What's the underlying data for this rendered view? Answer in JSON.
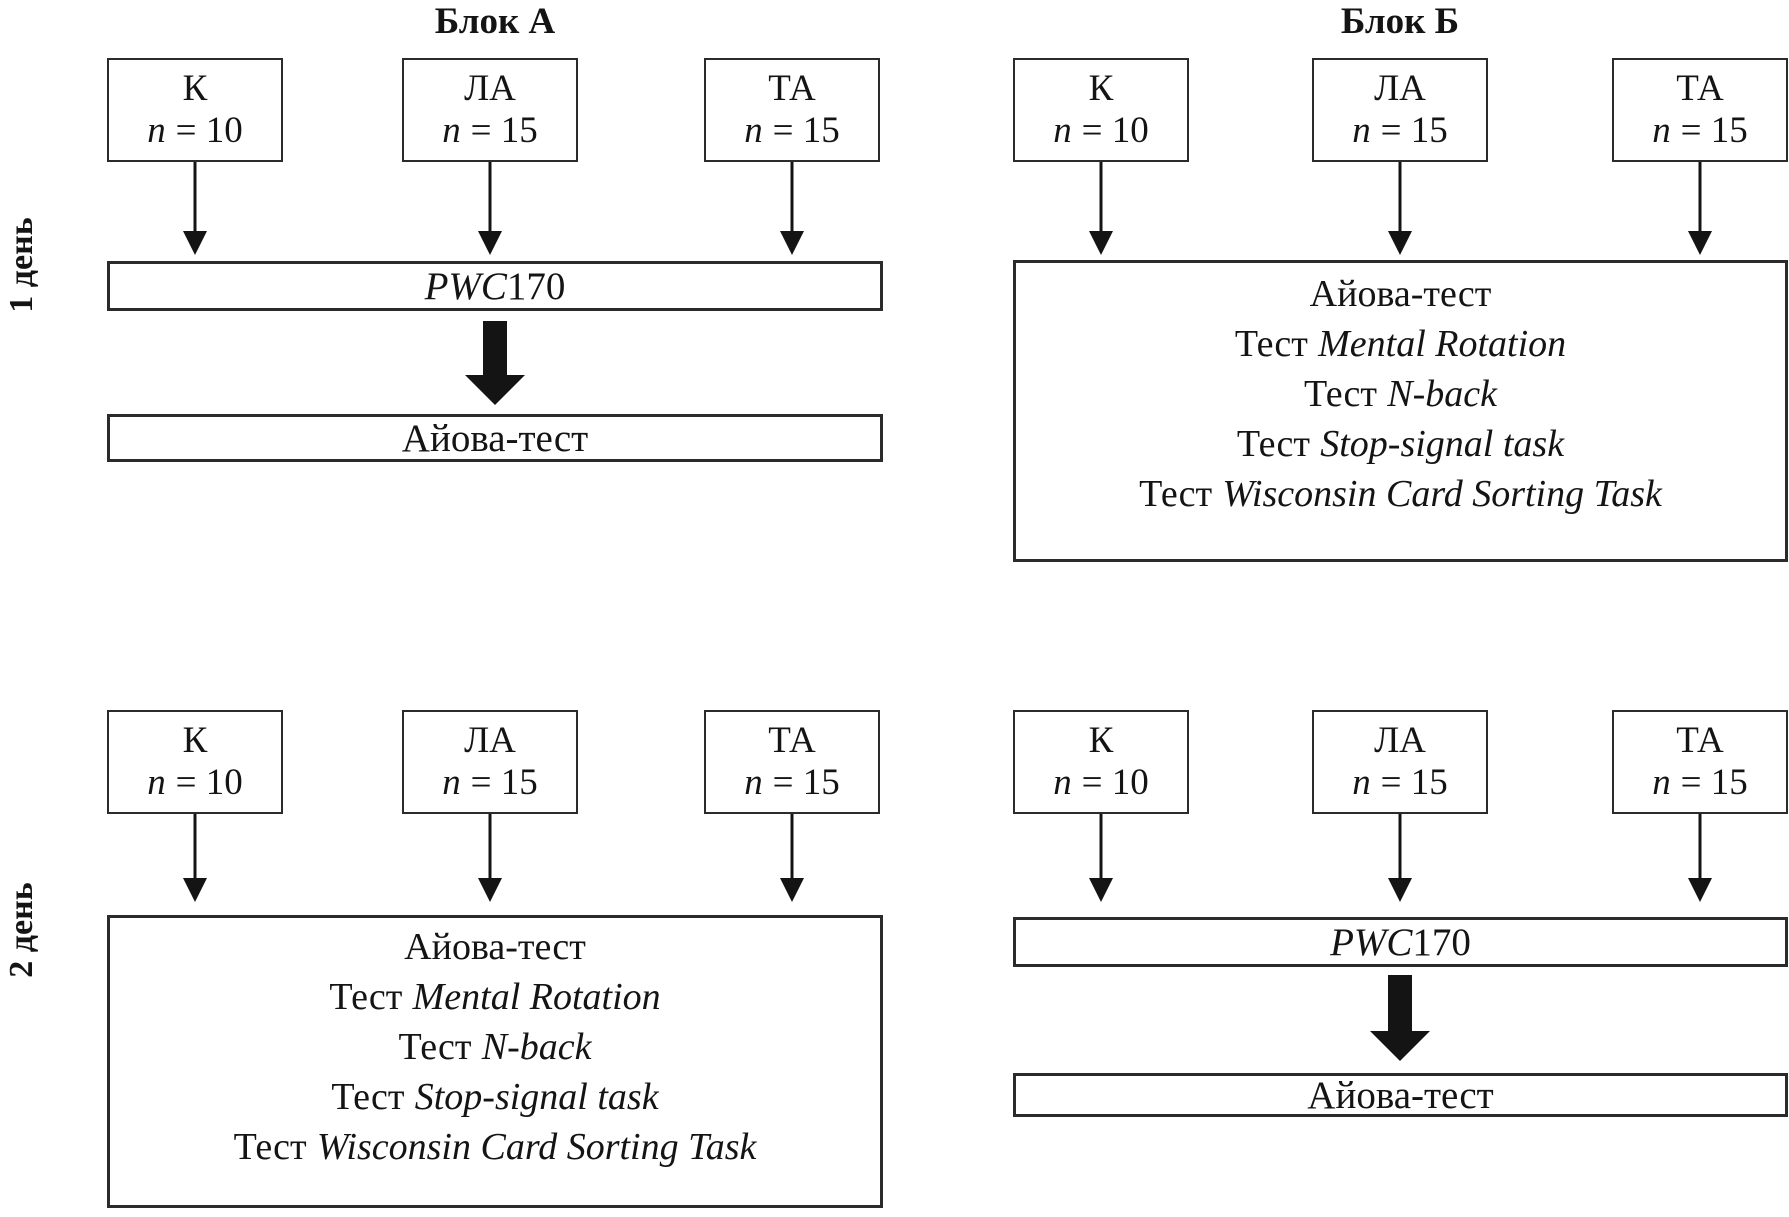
{
  "figure": {
    "day_labels": {
      "day1": "1 день",
      "day2": "2 день"
    },
    "block_titles": {
      "a": "Блок А",
      "b": "Блок Б"
    }
  },
  "groups": [
    {
      "label": "К",
      "n_var": "n",
      "n_val": "= 10"
    },
    {
      "label": "ЛА",
      "n_var": "n",
      "n_val": "= 15"
    },
    {
      "label": "ТА",
      "n_var": "n",
      "n_val": "= 15"
    }
  ],
  "bars": {
    "pwc_italic": "PWC",
    "pwc_plain": "170",
    "iowa": "Айова-тест"
  },
  "test_box_lines": [
    {
      "plain": "Айова-тест",
      "italic": ""
    },
    {
      "plain": "Тест",
      "italic": "Mental Rotation"
    },
    {
      "plain": "Тест",
      "italic": "N-back"
    },
    {
      "plain": "Тест",
      "italic": "Stop-signal task"
    },
    {
      "plain": "Тест",
      "italic": "Wisconsin Card Sorting Task"
    }
  ],
  "colors": {
    "ink": "#141414",
    "border": "#2b2b2b",
    "background": "#ffffff"
  }
}
